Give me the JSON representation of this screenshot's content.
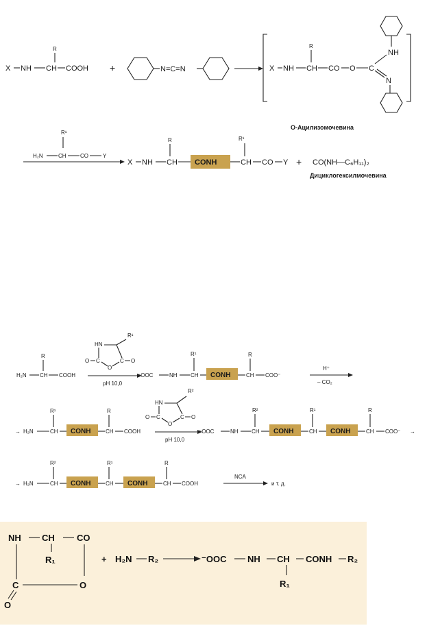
{
  "scheme_dcc": {
    "reactant_acid": {
      "x": "X",
      "nh": "NH",
      "ch": "CH",
      "cooh": "COOH",
      "r": "R"
    },
    "plus": "+",
    "carbodiimide": "N=C=N",
    "intermediate": {
      "x": "X",
      "nh": "NH",
      "ch": "CH",
      "co": "CO",
      "o": "O",
      "c": "C",
      "nh_ring": "NH",
      "n_ring": "N",
      "r": "R"
    },
    "intermediate_label": "О-Ацилизомочевина",
    "amine": {
      "h2n": "H₂N",
      "ch": "CH",
      "co": "CO",
      "y": "Y",
      "r": "R¹"
    },
    "product": {
      "x": "X",
      "nh": "NH",
      "ch": "CH",
      "conh": "CONH",
      "ch2": "CH",
      "co": "CO",
      "y": "Y",
      "r": "R",
      "r1": "R¹"
    },
    "plus2": "+",
    "byproduct": "CO(NH—C₆H₁₁)₂",
    "byproduct_label": "Дициклогексилмочевина"
  },
  "scheme_nca": {
    "row1": {
      "h2n": "H₂N",
      "ch": "CH",
      "cooh": "COOH",
      "r": "R",
      "ring": {
        "hn": "HN",
        "o1": "O",
        "c1": "C",
        "o2": "O",
        "c2": "C",
        "o3": "O",
        "r": "R¹"
      },
      "ph": "pH  10,0",
      "product": {
        "ooc": "⁻OOC",
        "nh": "NH",
        "ch": "CH",
        "conh": "CONH",
        "ch2": "CH",
        "coo": "COO⁻",
        "r1": "R¹",
        "r": "R"
      },
      "hplus": "H⁺",
      "co2": "– CO₂"
    },
    "row2": {
      "h2n": "H₂N",
      "ch": "CH",
      "conh": "CONH",
      "ch2": "CH",
      "cooh": "COOH",
      "r1": "R¹",
      "r": "R",
      "ring": {
        "hn": "HN",
        "o1": "O",
        "c1": "C",
        "o2": "O",
        "c2": "C",
        "o3": "O",
        "r": "R²"
      },
      "ph": "pH  10,0",
      "product": {
        "ooc": "⁻OOC",
        "nh": "NH",
        "ch": "CH",
        "conh": "CONH",
        "ch2": "CH",
        "conh2": "CONH",
        "ch3": "CH",
        "coo": "COO⁻",
        "r2": "R²",
        "r1": "R¹",
        "r": "R"
      }
    },
    "row3": {
      "h2n": "H₂N",
      "ch": "CH",
      "conh": "CONH",
      "ch2": "CH",
      "conh2": "CONH",
      "ch3": "CH",
      "cooh": "COOH",
      "r2": "R²",
      "r1": "R¹",
      "r": "R",
      "nca": "NCA",
      "etc": "и т. д."
    }
  },
  "scheme_general": {
    "nh": "NH",
    "ch": "CH",
    "co": "CO",
    "r1": "R₁",
    "c": "C",
    "o_ring": "O",
    "o_exo": "O",
    "plus": "+",
    "h2n": "H₂N",
    "r2": "R₂",
    "ooc": "⁻OOC",
    "nh2": "NH",
    "ch2": "CH",
    "conh": "CONH",
    "r2b": "R₂",
    "r1b": "R₁"
  },
  "colors": {
    "highlight": "#c9a24f",
    "panel_background": "#fbf0da"
  }
}
